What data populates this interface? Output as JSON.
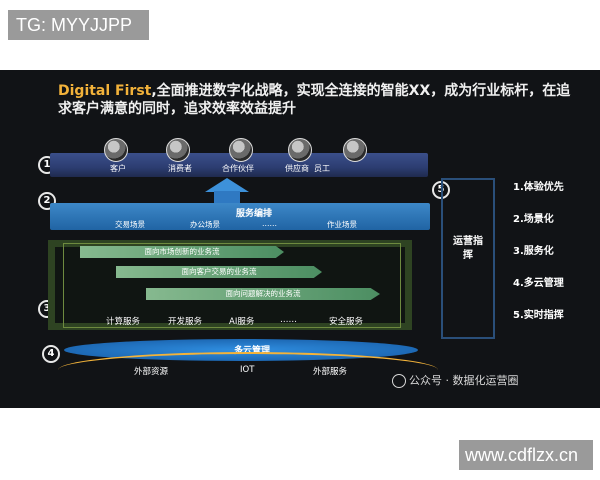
{
  "overlay": {
    "tg_text": "TG: MYYJJPP",
    "site_text": "www.cdflzx.cn"
  },
  "slide": {
    "headline_accent": "Digital First",
    "headline_rest": ",全面推进数字化战略，实现全连接的智能XX，成为行业标杆，在追求客户满意的同时，追求效率效益提升",
    "circle_numbers": [
      "1",
      "2",
      "3",
      "4",
      "5"
    ],
    "layer1": {
      "avatars": [
        "客户",
        "消费者",
        "合作伙伴",
        "供应商",
        "员工"
      ]
    },
    "layer2": {
      "title": "服务编排",
      "row": [
        "交易场景",
        "办公场景",
        "……",
        "作业场景"
      ]
    },
    "layer3": {
      "flows": [
        "面向市场创新的业务流",
        "面向客户交易的业务流",
        "面向问题解决的业务流"
      ],
      "services": [
        "计算服务",
        "开发服务",
        "AI服务",
        "……",
        "安全服务"
      ]
    },
    "layer4": {
      "title": "多云管理",
      "bottom": [
        "外部资源",
        "IOT",
        "外部服务"
      ]
    },
    "side": {
      "title": "运营指挥"
    },
    "right_list": [
      "1.体验优先",
      "2.场景化",
      "3.服务化",
      "4.多云管理",
      "5.实时指挥"
    ],
    "watermark": "公众号 · 数据化运营圈"
  },
  "colors": {
    "accent": "#f2b23a",
    "background": "#111316",
    "blue": "#2064a4",
    "green": "#2e4322"
  }
}
